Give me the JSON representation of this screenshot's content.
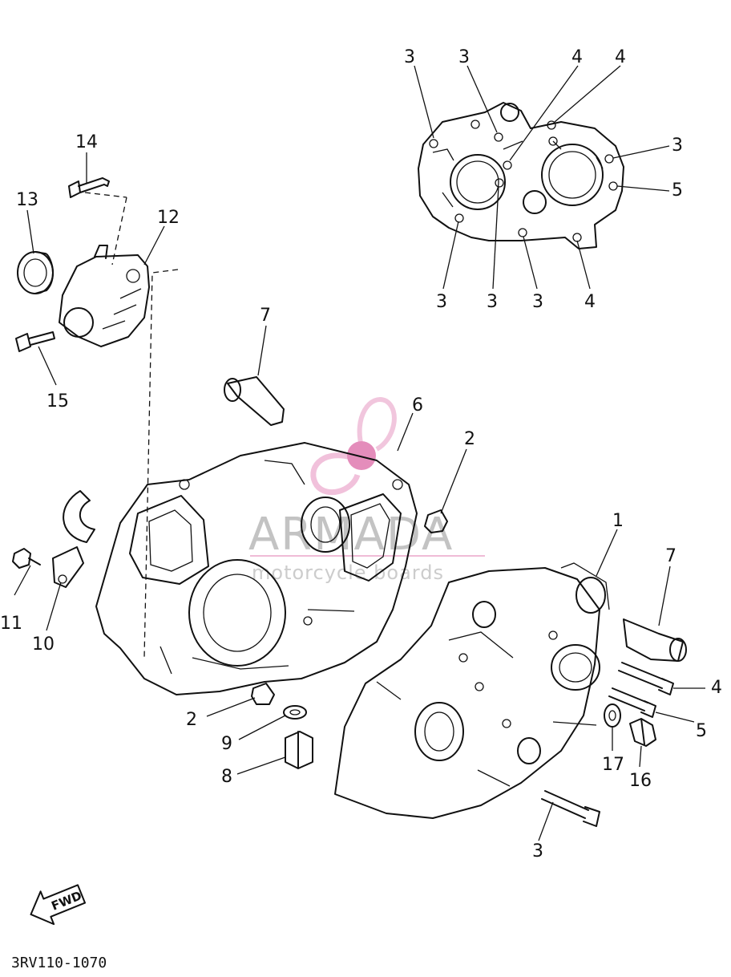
{
  "diagram": {
    "drawing_code": "3RV110-1070",
    "direction_arrow_label": "FWD",
    "watermark": {
      "brand": "ARMADA",
      "tagline": "motorcycle boards",
      "accent_color": "#e07ab0"
    },
    "callouts": [
      "3",
      "3",
      "4",
      "4",
      "3",
      "5",
      "3",
      "3",
      "3",
      "4",
      "14",
      "13",
      "12",
      "15",
      "7",
      "6",
      "2",
      "11",
      "10",
      "1",
      "7",
      "4",
      "5",
      "17",
      "16",
      "2",
      "9",
      "8",
      "3"
    ]
  }
}
